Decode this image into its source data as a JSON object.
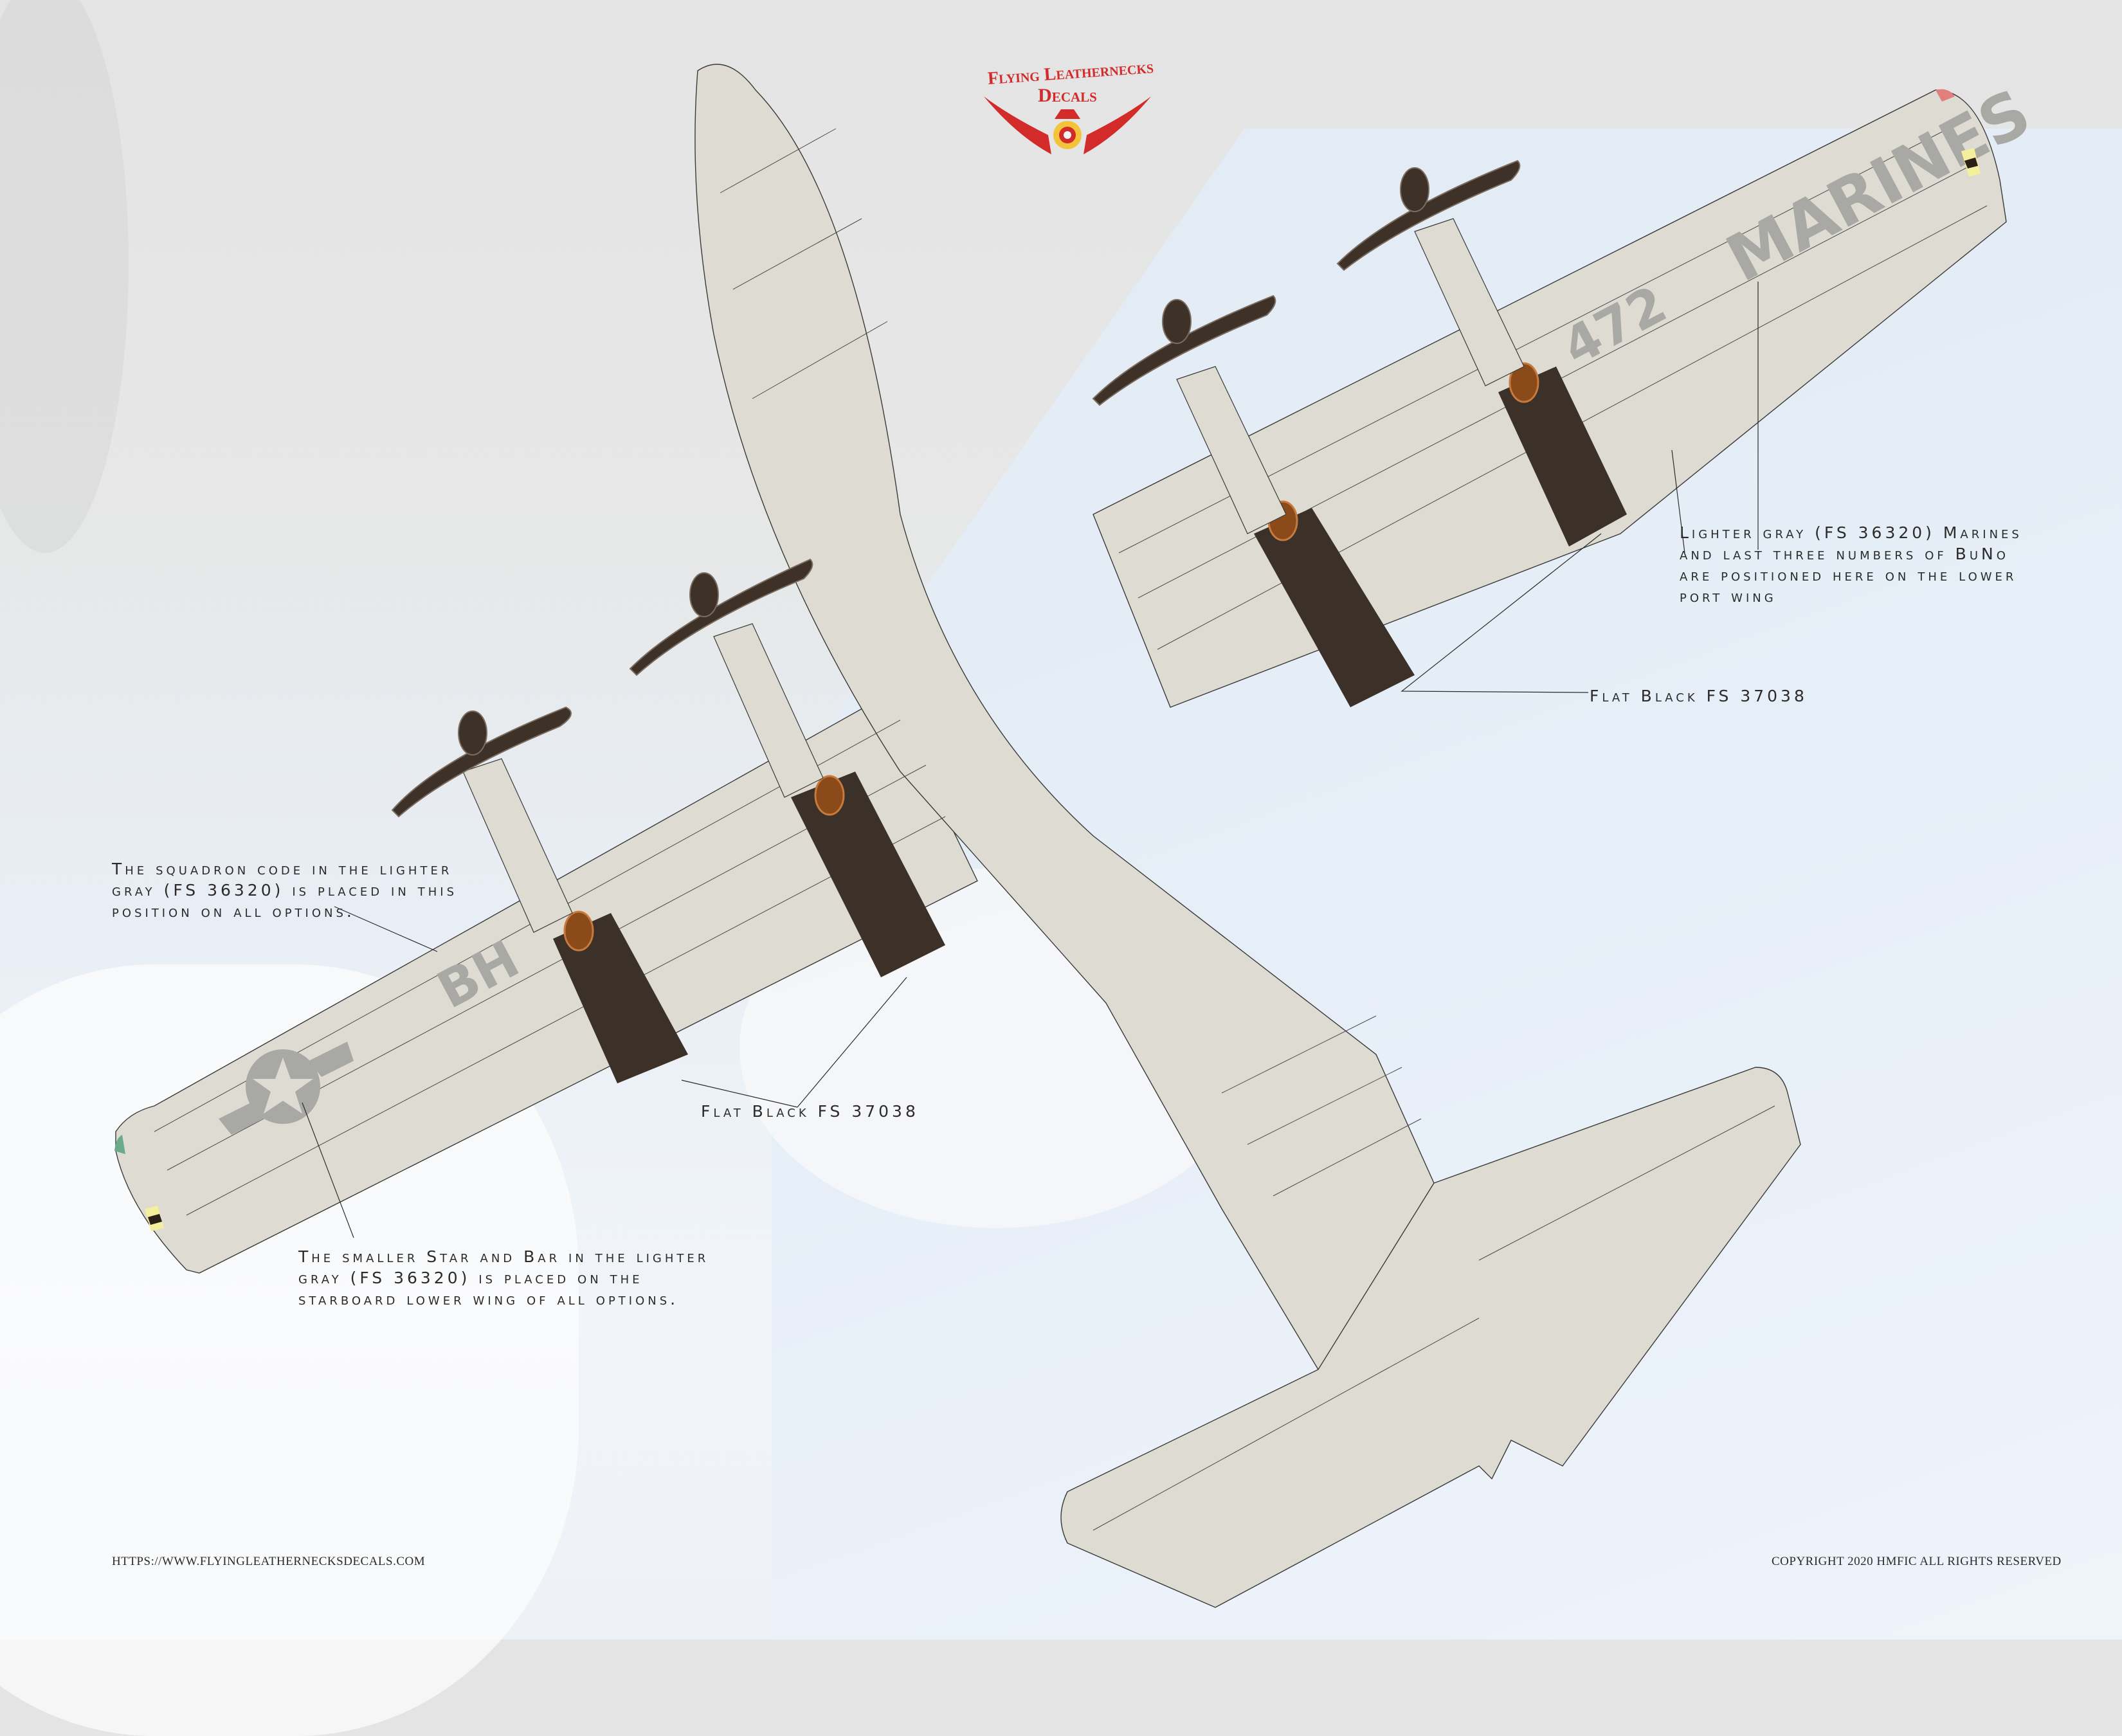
{
  "logo": {
    "line1": "Flying Leathernecks",
    "line2": "Decals",
    "color": "#d32a2a",
    "emblem": "eagle-globe-anchor-with-roundel"
  },
  "aircraft": {
    "view": "underside",
    "base_color": "#dedbd2",
    "flat_black": "#3b3128",
    "prop_color": "#3d3128",
    "spinner_color": "#8a4a1a",
    "marking_gray": "#a8a8a4",
    "port_wingtip_light": "#e07f7d",
    "starboard_wingtip_light": "#6bab8c",
    "prop_tip_stripe_yellow": "#f4ef9c",
    "markings": {
      "port_wing_text": "MARINES",
      "buno": "472",
      "squadron_code": "BH",
      "insignia": "star-and-bar"
    }
  },
  "annotations": {
    "marines_buno": [
      "Lighter gray (FS 36320) Marines",
      "and last three numbers of BuNo",
      "are positioned here on the lower",
      "port wing"
    ],
    "flat_black_right": "Flat Black FS 37038",
    "squadron_code": [
      "The squadron code in the lighter",
      "gray (FS 36320) is placed in this",
      "position on all options."
    ],
    "flat_black_left": "Flat Black FS 37038",
    "star_bar": [
      "The smaller Star and Bar in the lighter",
      "gray (FS 36320) is placed on the",
      "starboard lower wing of all options."
    ]
  },
  "footer": {
    "website": "HTTPS://WWW.FLYINGLEATHERNECKSDECALS.COM",
    "copyright": "COPYRIGHT 2020 HMFIC ALL RIGHTS RESERVED"
  }
}
